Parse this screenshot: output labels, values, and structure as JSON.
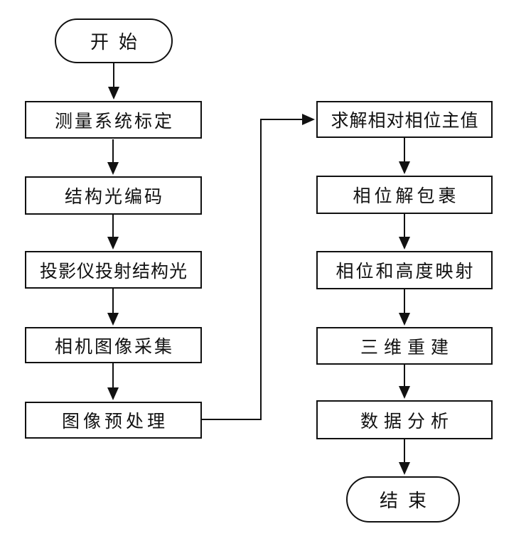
{
  "flowchart": {
    "title_hint": "structured-light 3D measurement process flowchart",
    "start_label": "开始",
    "end_label": "结束",
    "left_steps": [
      "测量系统标定",
      "结构光编码",
      "投影仪投射结构光",
      "相机图像采集",
      "图像预处理"
    ],
    "right_steps": [
      "求解相对相位主值",
      "相位解包裹",
      "相位和高度映射",
      "三维重建",
      "数据分析"
    ],
    "colors": {
      "line": "#111111",
      "background": "#ffffff"
    }
  }
}
